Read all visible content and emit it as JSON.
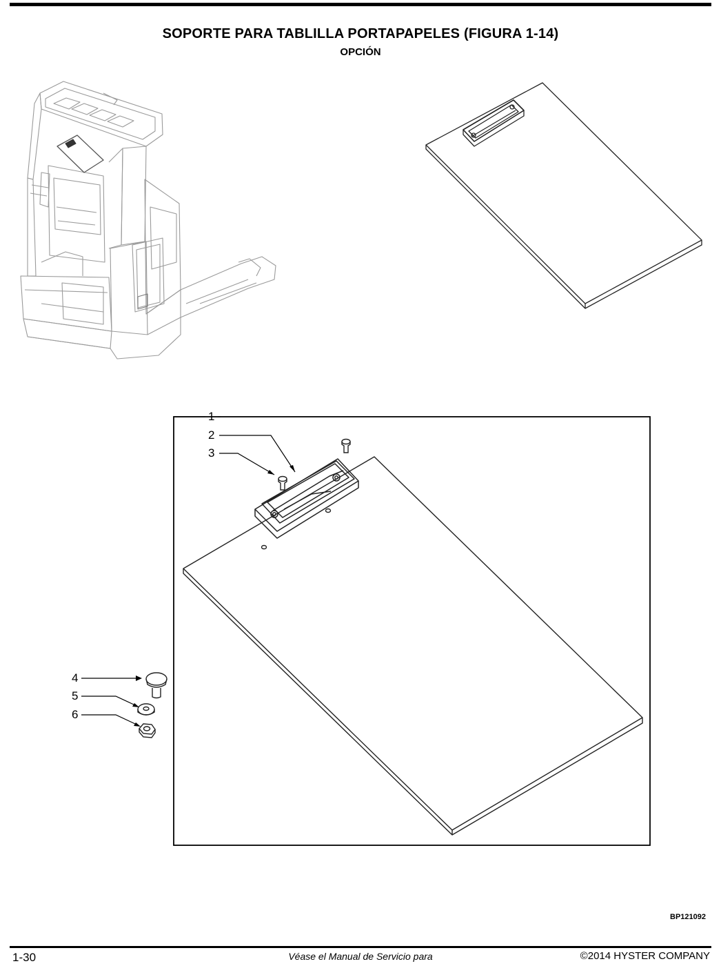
{
  "header": {
    "title": "SOPORTE PARA TABLILLA PORTAPAPELES (FIGURA 1-14)",
    "subtitle": "OPCIÓN"
  },
  "figure": {
    "callouts": [
      "1",
      "2",
      "3",
      "4",
      "5",
      "6"
    ],
    "figure_code": "BP121092"
  },
  "footer": {
    "page_number": "1-30",
    "note": "Véase el Manual de Servicio para",
    "copyright": "©2014 HYSTER COMPANY"
  }
}
